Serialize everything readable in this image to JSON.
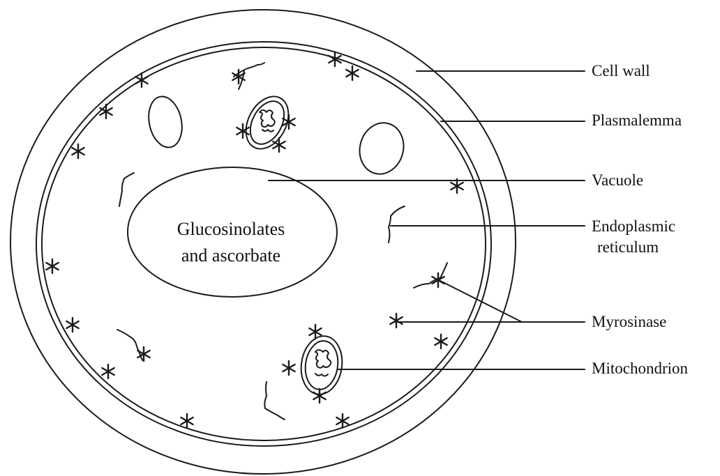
{
  "labels": {
    "cell_wall": "Cell wall",
    "plasmalemma": "Plasmalemma",
    "vacuole": "Vacuole",
    "er_line1": "Endoplasmic",
    "er_line2": "reticulum",
    "myrosinase": "Myrosinase",
    "mitochondrion": "Mitochondrion"
  },
  "vacuole_text": {
    "line1": "Glucosinolates",
    "line2": "and ascorbate"
  },
  "colors": {
    "stroke": "#1a1a1a",
    "background": "#ffffff"
  }
}
